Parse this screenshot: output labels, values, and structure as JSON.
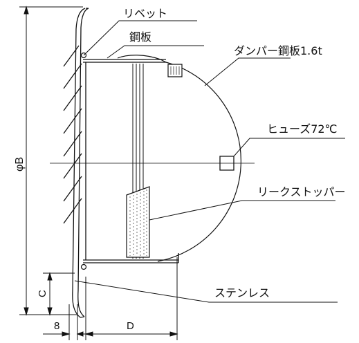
{
  "labels": {
    "rivet": "リベット",
    "steel_plate": "鋼板",
    "damper": "ダンパー鋼板1.6t",
    "fuse": "ヒューズ72℃",
    "leak_stopper": "リークストッパー",
    "stainless": "ステンレス"
  },
  "dimensions": {
    "diameter": "φB",
    "c": "C",
    "eight": "8",
    "d": "D"
  },
  "colors": {
    "ink": "#111111",
    "hatch": "#333333"
  }
}
